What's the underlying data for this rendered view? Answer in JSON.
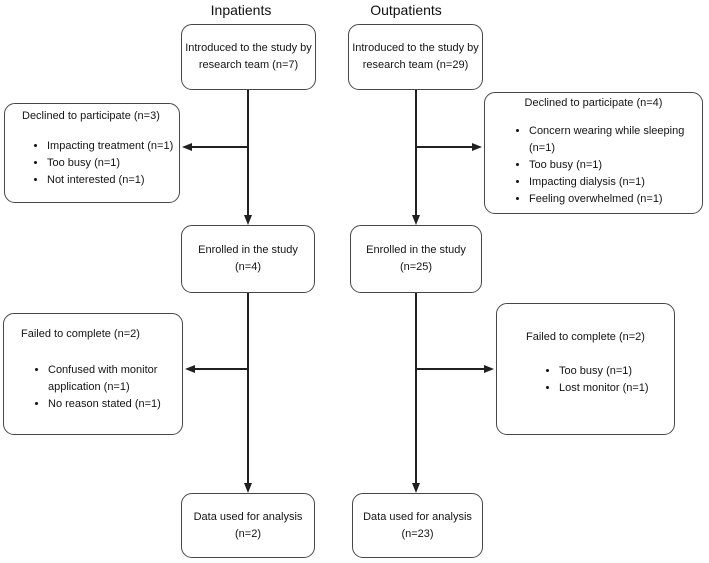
{
  "headers": {
    "left": "Inpatients",
    "right": "Outpatients"
  },
  "boxes": {
    "intro_left": {
      "line1": "Introduced to the study by",
      "line2": "research team (n=7)"
    },
    "intro_right": {
      "line1": "Introduced to the study by",
      "line2": "research team (n=29)"
    },
    "declined_left": {
      "title": "Declined to participate (n=3)",
      "bullets": [
        [
          "Impacting treatment (n=1)"
        ],
        [
          "Too busy (n=1)"
        ],
        [
          "Not interested (n=1)"
        ]
      ]
    },
    "declined_right": {
      "title": "Declined to participate (n=4)",
      "bullets": [
        [
          "Concern wearing while sleeping",
          "(n=1)"
        ],
        [
          "Too busy (n=1)"
        ],
        [
          "Impacting dialysis (n=1)"
        ],
        [
          "Feeling overwhelmed (n=1)"
        ]
      ]
    },
    "enrolled_left": {
      "line1": "Enrolled in the study",
      "line2": "(n=4)"
    },
    "enrolled_right": {
      "line1": "Enrolled in the study",
      "line2": "(n=25)"
    },
    "failed_left": {
      "title": "Failed to complete (n=2)",
      "bullets": [
        [
          "Confused with monitor",
          "application (n=1)"
        ],
        [
          "No reason stated (n=1)"
        ]
      ]
    },
    "failed_right": {
      "title": "Failed to complete (n=2)",
      "bullets": [
        [
          "Too busy (n=1)"
        ],
        [
          "Lost monitor (n=1)"
        ]
      ]
    },
    "data_left": {
      "line1": "Data used for analysis",
      "line2": "(n=2)"
    },
    "data_right": {
      "line1": "Data used for analysis",
      "line2": "(n=23)"
    }
  },
  "colors": {
    "background": "#ffffff",
    "box_border": "#474747",
    "line": "#202020",
    "text": "#141414"
  }
}
